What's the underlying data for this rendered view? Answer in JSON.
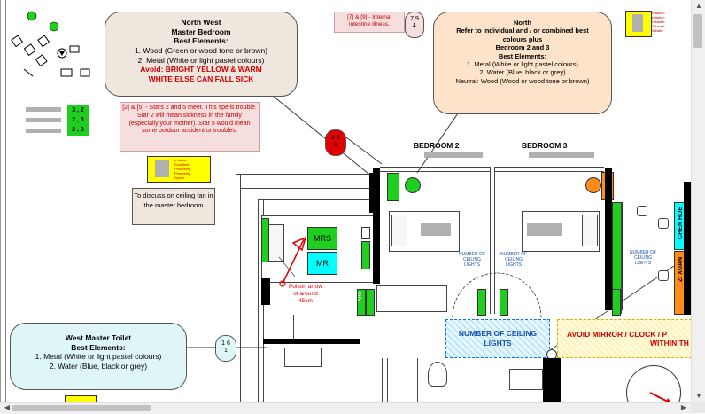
{
  "colors": {
    "nw_bg": "#efe6de",
    "north_bg": "#fde3c9",
    "toilet_bg": "#dff6f6",
    "note_bg": "#f7dede",
    "green": "#1fcf1f",
    "cyan": "#00ffff",
    "orange": "#ff8c1a",
    "red": "#e00000",
    "blue": "#1a6fe0"
  },
  "callouts": {
    "north_west": {
      "line1": "North West",
      "line2": "Master Bedroom",
      "line3": "Best Elements:",
      "line4": "1. Wood (Green or wood tone or brown)",
      "line5": "2. Metal (White or light pastel colours)",
      "warn1": "Avoid: BRIGHT YELLOW & WARM",
      "warn2": "WHITE ELSE CAN FALL SICK"
    },
    "north": {
      "line1": "North",
      "line2": "Refer to individual and / or combined best",
      "line3": "colours plus",
      "line4": "Bedroom 2 and 3",
      "line5": "Best Elements:",
      "line6": "1. Metal (White or light pastel colours)",
      "line7": "2. Water (Blue, black or grey)",
      "line8": "Neutral: Wood (Wood or wood tone or brown)"
    },
    "west_toilet": {
      "line1": "West Master Toilet",
      "line2": "Best Elements:",
      "line3": "1. Metal (White or light pastel colours)",
      "line4": "2. Water (Blue, black or grey)"
    }
  },
  "notes": {
    "intestine": "[7] & [9] - Internal intestine illness.",
    "stars25": "[2] & [5] - Stars 2 and 5 meet. This spells trouble. Star 2 will mean sickness in the family (especially your mother). Star 5 would mean some outdoor accident or troubles.",
    "ceiling_fan": "To discuss on ceiling fan in the master bedroom"
  },
  "circles": {
    "c794": {
      "a": "7 9",
      "b": "4"
    },
    "c259": {
      "a": "2 5",
      "b": "9"
    },
    "c161": {
      "a": "1 6",
      "b": "1"
    }
  },
  "grid_numbers": [
    "3 , 2",
    "2 , 3",
    "2 , 3"
  ],
  "legend_items": [
    "Irritation",
    "Excellent",
    "Prosperity",
    "Prosperity",
    "Speak"
  ],
  "legend_items_right": [
    "Irritation",
    "Irritation",
    "Disaster",
    "Disaster",
    "Wealth"
  ],
  "rooms": {
    "bedroom2": "BEDROOM 2",
    "bedroom3": "BEDROOM 3",
    "mrs": "MRS",
    "mr": "MR"
  },
  "labels": {
    "poison": "Poison arrow of around 45cm",
    "ceiling_lights_small": "NUMBER OF CEILING LIGHTS",
    "ceiling_lights_big": "NUMBER OF CEILING LIGHTS",
    "avoid_mirror": "AVOID MIRROR / CLOCK / P",
    "within": "WITHIN TH",
    "chen_hoe": "CHEN HOE",
    "zi_xuan": "ZI XUAN",
    "ahu": "AHU"
  }
}
